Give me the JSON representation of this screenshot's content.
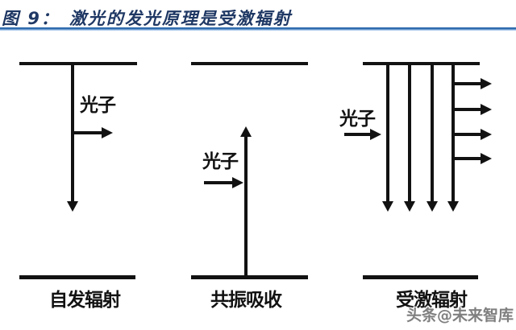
{
  "colors": {
    "title_navy": "#1f3864",
    "divider_blue": "#2f6bad",
    "divider_light_blue": "#a3c4e9",
    "ink_black": "#121212",
    "watermark_gray": "#7f7f7f"
  },
  "header": {
    "figure_label": "图 9：",
    "title": "激光的发光原理是受激辐射"
  },
  "diagrams": [
    {
      "photon_label": "光子",
      "caption": "自发辐射"
    },
    {
      "photon_label": "光子",
      "caption": "共振吸收"
    },
    {
      "photon_label": "光子",
      "caption": "受激辐射"
    }
  ],
  "watermark": {
    "text": "头条@未来智库"
  }
}
